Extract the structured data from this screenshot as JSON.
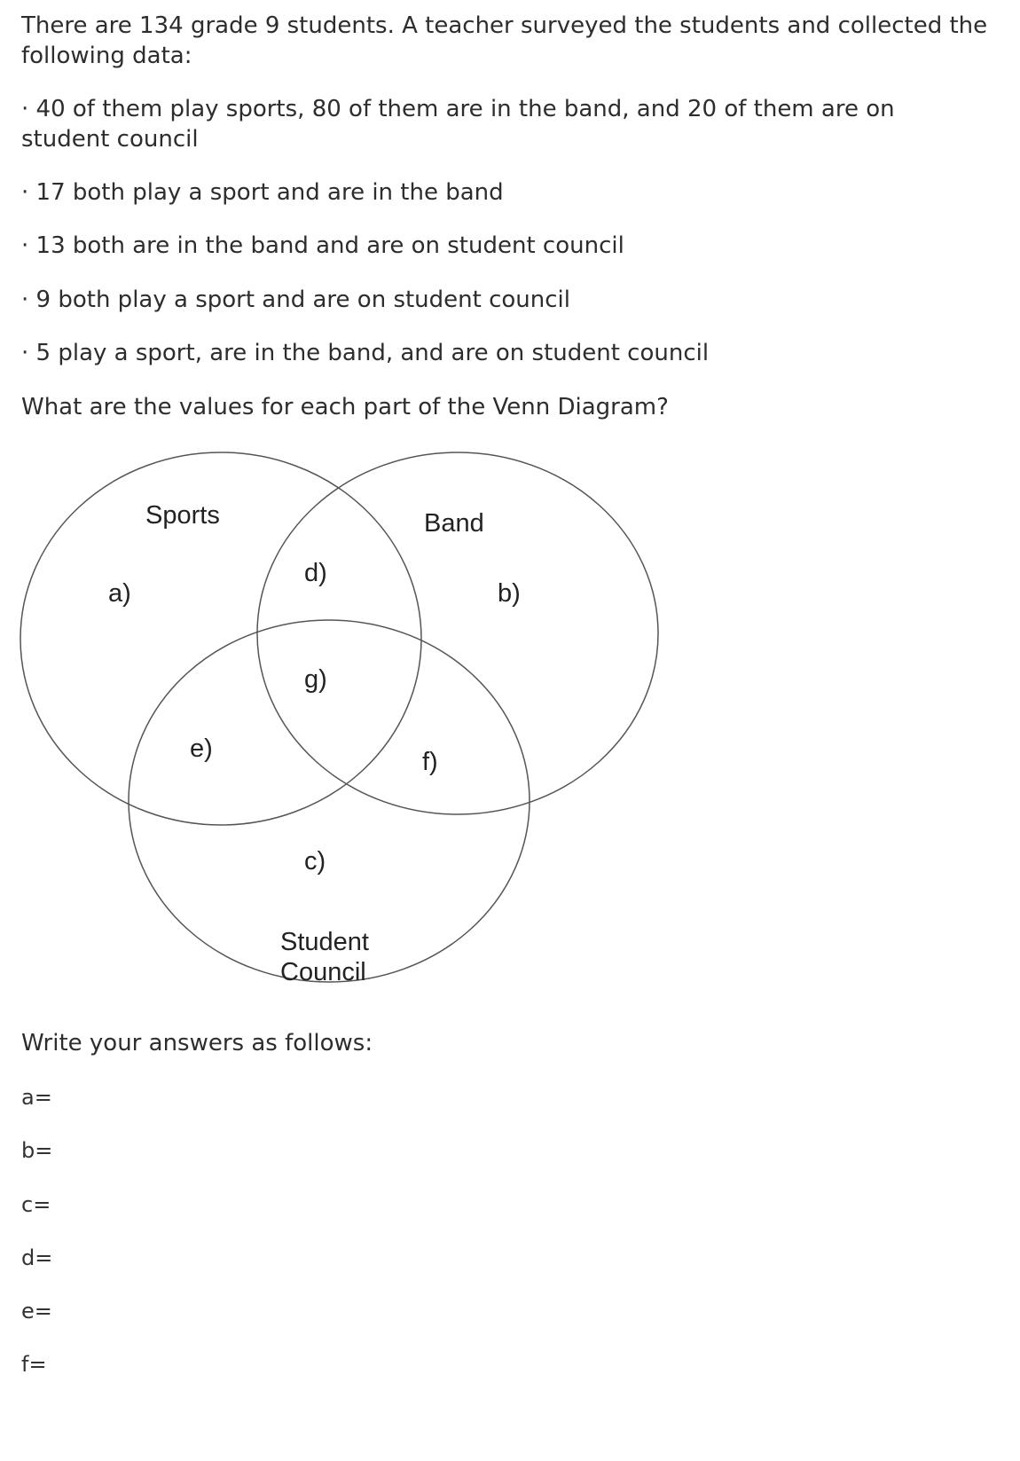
{
  "intro": "There are 134 grade 9 students. A teacher surveyed the students and collected the following data:",
  "bullets": [
    "40 of them play sports, 80 of them are in the band, and 20 of them are on student council",
    "17 both play a sport and are in the band",
    "13 both are in the band and are on student council",
    "9 both play a sport and are on student council",
    "5 play a sport, are in the band, and are on student council"
  ],
  "question": "What are the values for each part of the Venn Diagram?",
  "diagram": {
    "circles": {
      "sports": "Sports",
      "band": "Band",
      "council_line1": "Student",
      "council_line2": "Council"
    },
    "regions": {
      "a": "a)",
      "b": "b)",
      "c": "c)",
      "d": "d)",
      "e": "e)",
      "f": "f)",
      "g": "g)"
    },
    "line_color": "#555555"
  },
  "instructions": "Write your answers as follows:",
  "answers": [
    "a=",
    "b=",
    "c=",
    "d=",
    "e=",
    "f="
  ]
}
